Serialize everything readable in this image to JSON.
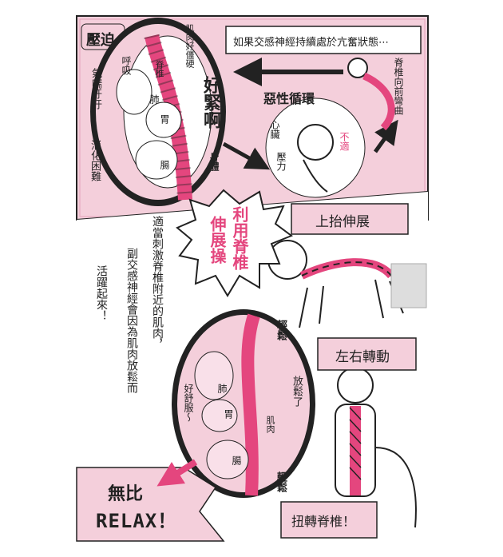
{
  "panel_top": {
    "label_pressure": "壓迫",
    "caption": "如果交感神經持續處於亢奮狀態⋯",
    "label_vicious_cycle": "惡性循環",
    "label_tight": "好緊啊",
    "label_muscle_stiff": "肌肉好僵硬",
    "label_spine": "脊椎",
    "label_breath": "呼吸",
    "label_hard_breath": "氣喘吁吁",
    "label_lung": "肺",
    "label_stomach": "胃",
    "label_intestine": "腸",
    "label_digest": "消化困難",
    "label_body": "身體",
    "label_heart": "心臟",
    "label_stress": "壓力",
    "label_discomfort": "不適",
    "label_spine_curve": "脊椎向前彎曲"
  },
  "panel_bottom": {
    "burst_title_1": "利用脊椎",
    "burst_title_2": "伸展操",
    "text_col_1": "適當刺激脊椎附近的肌肉，",
    "text_col_2": "副交感神經會因為肌肉放鬆而",
    "text_col_3": "活躍起來！",
    "label_relax_1": "輕鬆",
    "label_relax_2": "輕鬆",
    "label_comfortable": "好舒服〜",
    "label_relaxed": "放鬆了",
    "label_muscle": "肌肉",
    "label_lung": "肺",
    "label_stomach": "胃",
    "label_intestine": "腸",
    "label_bottom_1": "無比",
    "label_bottom_2": "RELAX！",
    "tag_stretch_up": "上抬伸展",
    "tag_rotate": "左右轉動",
    "tag_twist": "扭轉脊椎！"
  },
  "colors": {
    "pink": "#e4467e",
    "light_pink": "#f4cfdb",
    "mid_pink": "#eaa3be",
    "dark_line": "#222222"
  }
}
